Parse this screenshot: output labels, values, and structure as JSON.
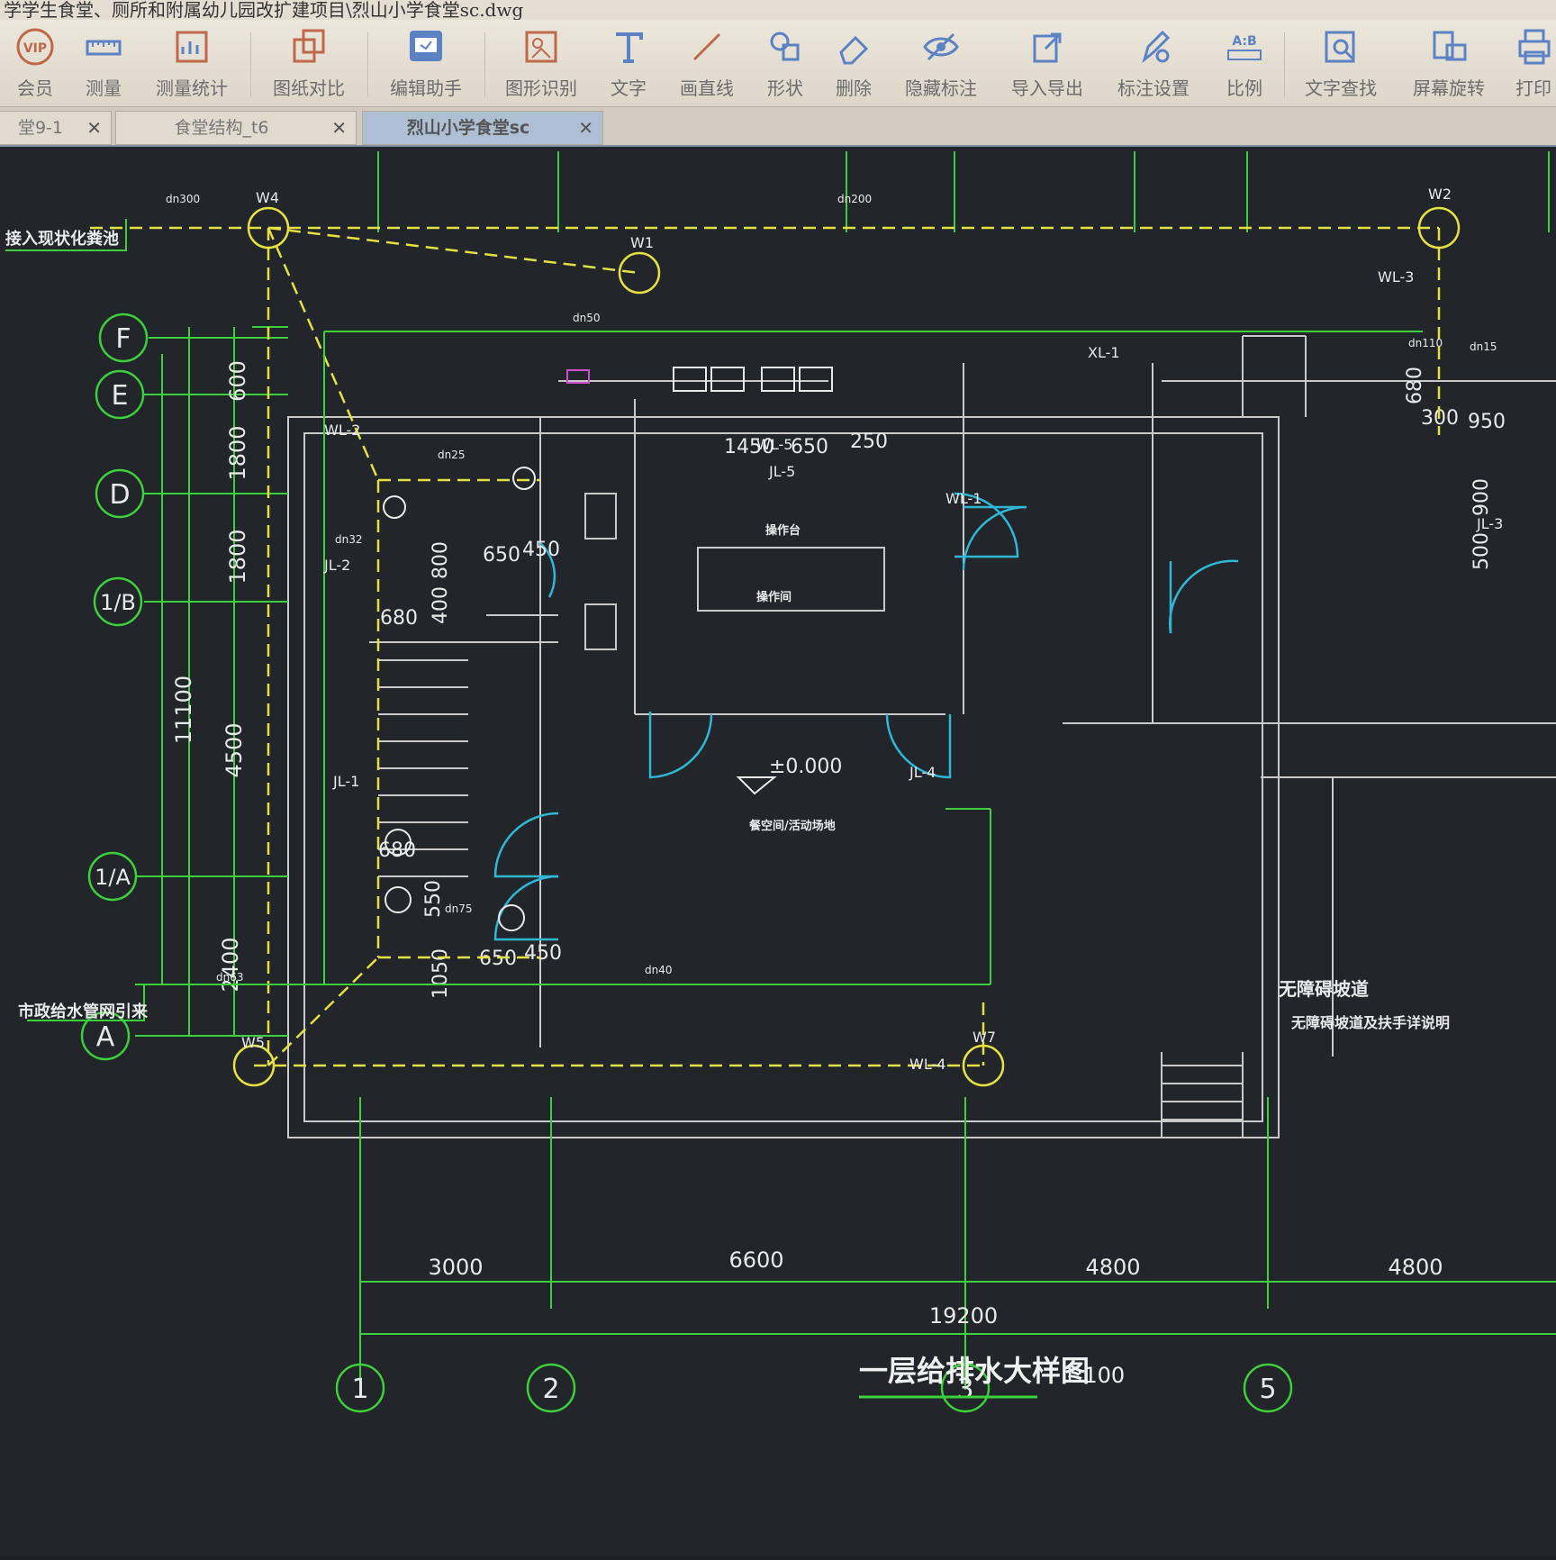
{
  "window": {
    "title": "学学生食堂、厕所和附属幼儿园改扩建项目\\烈山小学食堂sc.dwg"
  },
  "toolbar": {
    "items": [
      {
        "label": "会员",
        "icon": "vip-icon"
      },
      {
        "label": "测量",
        "icon": "ruler-icon"
      },
      {
        "label": "测量统计",
        "icon": "measure-stats-icon"
      },
      {
        "label": "图纸对比",
        "icon": "compare-icon"
      },
      {
        "label": "编辑助手",
        "icon": "edit-assistant-icon"
      },
      {
        "label": "图形识别",
        "icon": "shape-recognition-icon"
      },
      {
        "label": "文字",
        "icon": "text-icon"
      },
      {
        "label": "画直线",
        "icon": "line-icon"
      },
      {
        "label": "形状",
        "icon": "shape-icon"
      },
      {
        "label": "删除",
        "icon": "eraser-icon"
      },
      {
        "label": "隐藏标注",
        "icon": "hide-eye-icon"
      },
      {
        "label": "导入导出",
        "icon": "import-export-icon"
      },
      {
        "label": "标注设置",
        "icon": "annotation-settings-icon"
      },
      {
        "label": "比例",
        "icon": "scale-icon"
      },
      {
        "label": "文字查找",
        "icon": "text-search-icon"
      },
      {
        "label": "屏幕旋转",
        "icon": "screen-rotate-icon"
      },
      {
        "label": "打印",
        "icon": "print-icon"
      }
    ]
  },
  "tabs": [
    {
      "label": "堂9-1",
      "active": false
    },
    {
      "label": "食堂结构_t6",
      "active": false
    },
    {
      "label": "烈山小学食堂sc",
      "active": true
    }
  ],
  "drawing": {
    "title": "一层给排水大样图",
    "scale": "1:100",
    "grid_rows": [
      "F",
      "E",
      "D",
      "1/B",
      "1/A",
      "A"
    ],
    "grid_cols": [
      "1",
      "2",
      "3",
      "5"
    ],
    "dims_bottom": [
      "3000",
      "6600",
      "4800",
      "4800"
    ],
    "dim_total": "19200",
    "dims_left_outer": "11100",
    "dims_left_inner": [
      "600",
      "1800",
      "1800",
      "4500",
      "2400"
    ],
    "wells": [
      "W4",
      "W1",
      "W2",
      "W5",
      "W7"
    ],
    "pipes": [
      "WL-1",
      "WL-2",
      "WL-3",
      "WL-4",
      "WL-5",
      "JL-1",
      "JL-2",
      "JL-3",
      "JL-4",
      "JL-5",
      "XL-1"
    ],
    "pipe_sizes": [
      "dn300",
      "dn200",
      "dn50",
      "dn25",
      "dn40",
      "dn63",
      "dn75",
      "dn110",
      "dn32",
      "dn15"
    ],
    "notes": {
      "left_top": "接入现状化粪池",
      "left_bottom": "市政给水管网引来",
      "right_bottom1": "无障碍坡道",
      "right_bottom2": "无障碍坡道及扶手详说明",
      "elevation": "±0.000",
      "room_center": "餐空间/活动场地",
      "room_kitchen": "操作间",
      "room_table": "操作台"
    },
    "inner_dims": [
      "1450",
      "650",
      "250",
      "650",
      "450",
      "800",
      "400",
      "680",
      "680",
      "550",
      "1050",
      "650",
      "450",
      "300",
      "950",
      "680",
      "900",
      "500"
    ]
  },
  "colors": {
    "accent": "#5b82c4",
    "grid_green": "#3cd03c",
    "pipe_yellow": "#e6e042",
    "door_cyan": "#2fb7d6",
    "wall_white": "#c9c9c9"
  }
}
